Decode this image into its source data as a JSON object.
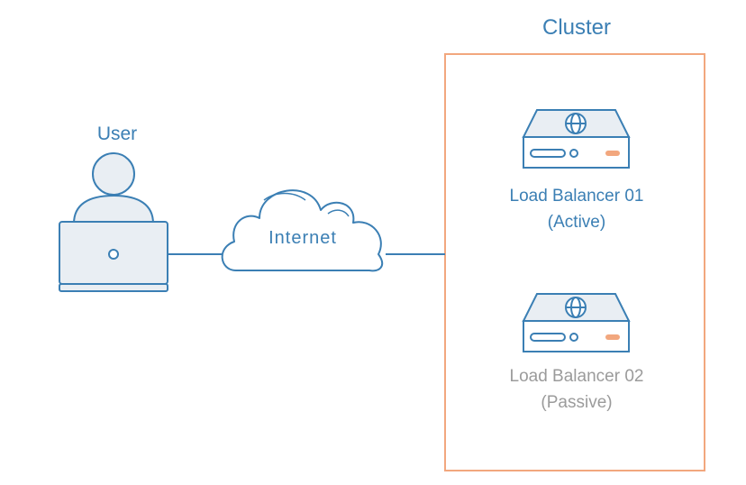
{
  "user": {
    "label": "User"
  },
  "internet": {
    "label": "Internet"
  },
  "cluster": {
    "title": "Cluster",
    "load_balancers": [
      {
        "name": "Load Balancer 01",
        "state": "(Active)"
      },
      {
        "name": "Load Balancer 02",
        "state": "(Passive)"
      }
    ]
  },
  "colors": {
    "primary_blue": "#3b7fb4",
    "cluster_border": "#f2a77e",
    "fill_gray": "#e9eef3",
    "passive_text": "#9b9b9b"
  }
}
